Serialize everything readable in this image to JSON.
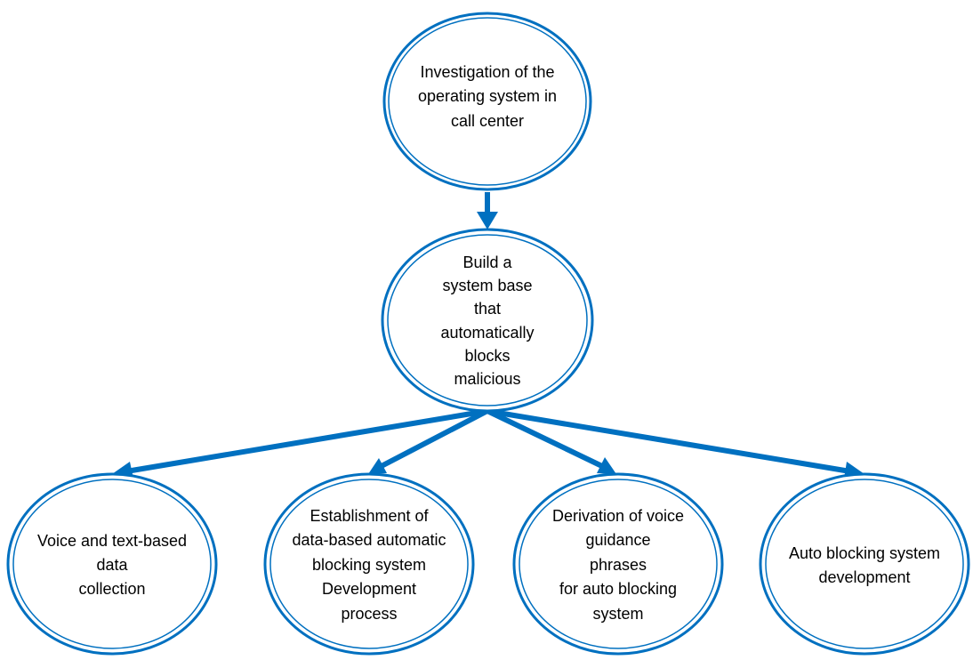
{
  "colors": {
    "stroke": "#0070C0",
    "fill": "#ffffff",
    "text": "#000000"
  },
  "nodes": {
    "top": {
      "lines": [
        "Investigation of the",
        "operating system in",
        "call center"
      ]
    },
    "middle": {
      "lines": [
        "Build a",
        "system base",
        "that",
        "automatically",
        "blocks",
        "malicious"
      ]
    },
    "bottom": [
      {
        "lines": [
          "Voice and text-based",
          "data",
          "collection"
        ]
      },
      {
        "lines": [
          "Establishment of",
          "data-based automatic",
          "blocking system",
          "Development",
          "process"
        ]
      },
      {
        "lines": [
          "Derivation of voice",
          "guidance",
          "phrases",
          "for auto blocking",
          "system"
        ]
      },
      {
        "lines": [
          "Auto blocking system",
          "development"
        ]
      }
    ]
  }
}
